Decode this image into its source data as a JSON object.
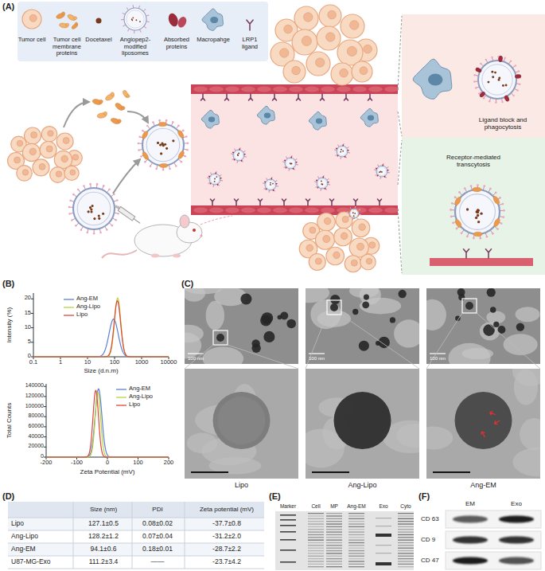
{
  "diagram": {
    "nodes": [
      {
        "text": [
          "Tumor cell",
          "Tumor cell membrane proteins",
          "Docetaxel",
          "Angiopep2-modified liposomes",
          "Absorbed proteins",
          "Macropahge",
          "LRP1 ligand"
        ]
      },
      {
        "text": [
          "Ligand block and phagocytosis"
        ]
      },
      {
        "text": [
          "Receptor-mediated transcytosis"
        ]
      }
    ],
    "labels": [
      "(A)",
      "(B)",
      "Intensity (%)",
      "20",
      "15",
      "10",
      "5",
      "0",
      "0.1",
      "1",
      "10",
      "100",
      "1000",
      "10000",
      "Size (d.n.m)",
      "Total Counts",
      "140000",
      "120000",
      "100000",
      "80000",
      "60000",
      "40000",
      "20000",
      "0",
      "-200",
      "-100",
      "0",
      "100",
      "200",
      "Zeta Potential (mV)",
      "(C)",
      "100 nm",
      "100 nm",
      "100 nm",
      "Lipo",
      "Ang-Lipo",
      "Ang-EM",
      "(D)",
      "Size (nm)",
      "PDI",
      "Zeta potential (mV)",
      "Lipo",
      "127.1±0.5",
      "0.08±0.02",
      "-37.7±0.8",
      "Ang-Lipo",
      "128.2±1.2",
      "0.07±0.04",
      "-31.2±2.0",
      "Ang-EM",
      "94.1±0.6",
      "0.18±0.01",
      "-28.7±2.2",
      "U87-MG-Exo",
      "111.2±3.4",
      "——",
      "-23.7±4.2",
      "(E)",
      "Marker",
      "Cell",
      "MP",
      "Ang-EM",
      "Exo",
      "Cyto",
      "(F)",
      "EM",
      "Exo",
      "CD 63",
      "CD 9",
      "CD 47"
    ],
    "legend": [
      {
        "text": "Ang-EM"
      },
      {
        "text": "Ang-Lipo"
      },
      {
        "text": "Lipo"
      },
      {
        "text": "Ang-EM"
      },
      {
        "text": "Ang-Lipo"
      },
      {
        "text": "Lipo"
      }
    ]
  }
}
